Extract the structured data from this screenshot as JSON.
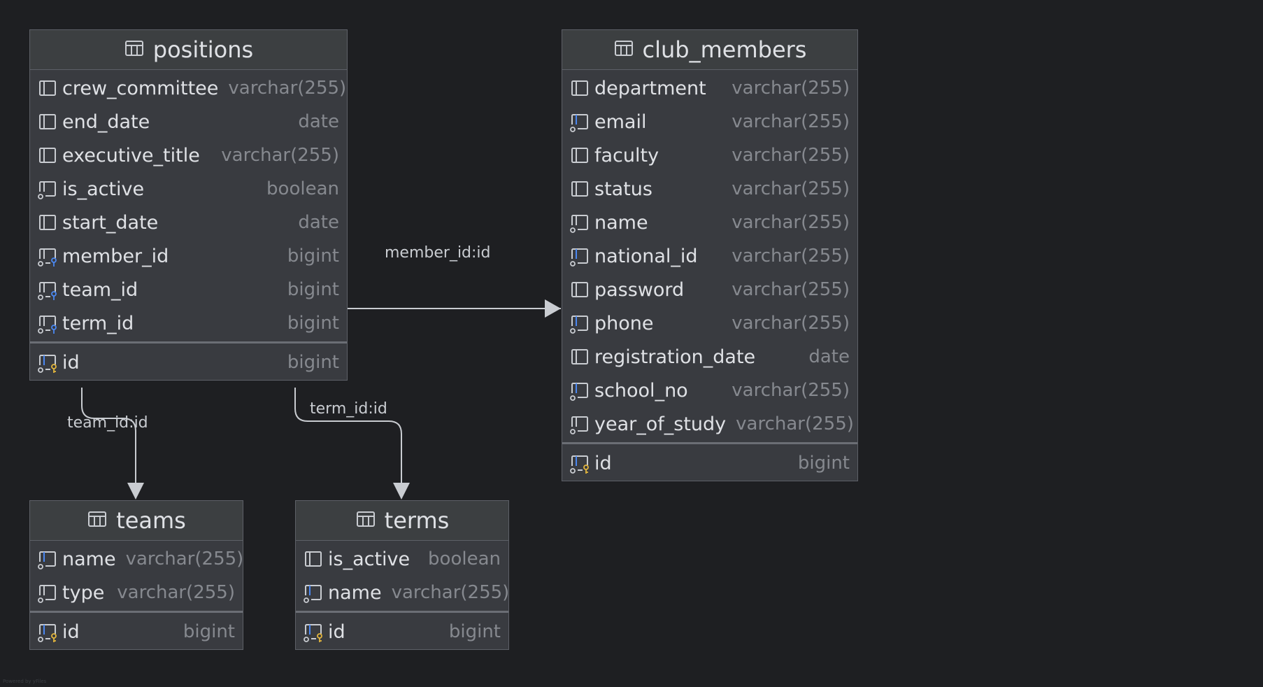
{
  "tables": {
    "positions": {
      "title": "positions",
      "columns": [
        {
          "name": "crew_committee",
          "type": "varchar(255)",
          "icon": "column-icon"
        },
        {
          "name": "end_date",
          "type": "date",
          "icon": "column-icon"
        },
        {
          "name": "executive_title",
          "type": "varchar(255)",
          "icon": "column-icon"
        },
        {
          "name": "is_active",
          "type": "boolean",
          "icon": "not-null-column-icon"
        },
        {
          "name": "start_date",
          "type": "date",
          "icon": "column-icon"
        },
        {
          "name": "member_id",
          "type": "bigint",
          "icon": "foreign-key-column-icon"
        },
        {
          "name": "team_id",
          "type": "bigint",
          "icon": "foreign-key-column-icon"
        },
        {
          "name": "term_id",
          "type": "bigint",
          "icon": "foreign-key-column-icon"
        }
      ],
      "pk": {
        "name": "id",
        "type": "bigint",
        "icon": "primary-key-column-icon"
      }
    },
    "club_members": {
      "title": "club_members",
      "columns": [
        {
          "name": "department",
          "type": "varchar(255)",
          "icon": "column-icon"
        },
        {
          "name": "email",
          "type": "varchar(255)",
          "icon": "unique-column-icon"
        },
        {
          "name": "faculty",
          "type": "varchar(255)",
          "icon": "column-icon"
        },
        {
          "name": "status",
          "type": "varchar(255)",
          "icon": "column-icon"
        },
        {
          "name": "name",
          "type": "varchar(255)",
          "icon": "not-null-column-icon"
        },
        {
          "name": "national_id",
          "type": "varchar(255)",
          "icon": "unique-column-icon"
        },
        {
          "name": "password",
          "type": "varchar(255)",
          "icon": "column-icon"
        },
        {
          "name": "phone",
          "type": "varchar(255)",
          "icon": "unique-column-icon"
        },
        {
          "name": "registration_date",
          "type": "date",
          "icon": "column-icon"
        },
        {
          "name": "school_no",
          "type": "varchar(255)",
          "icon": "unique-column-icon"
        },
        {
          "name": "year_of_study",
          "type": "varchar(255)",
          "icon": "not-null-column-icon"
        }
      ],
      "pk": {
        "name": "id",
        "type": "bigint",
        "icon": "primary-key-column-icon"
      }
    },
    "teams": {
      "title": "teams",
      "columns": [
        {
          "name": "name",
          "type": "varchar(255)",
          "icon": "unique-column-icon"
        },
        {
          "name": "type",
          "type": "varchar(255)",
          "icon": "not-null-column-icon"
        }
      ],
      "pk": {
        "name": "id",
        "type": "bigint",
        "icon": "primary-key-column-icon"
      }
    },
    "terms": {
      "title": "terms",
      "columns": [
        {
          "name": "is_active",
          "type": "boolean",
          "icon": "column-icon"
        },
        {
          "name": "name",
          "type": "varchar(255)",
          "icon": "unique-column-icon"
        }
      ],
      "pk": {
        "name": "id",
        "type": "bigint",
        "icon": "primary-key-column-icon"
      }
    }
  },
  "relations": [
    {
      "label": "member_id:id",
      "from": "positions",
      "to": "club_members"
    },
    {
      "label": "team_id:id",
      "from": "positions",
      "to": "teams"
    },
    {
      "label": "term_id:id",
      "from": "positions",
      "to": "terms"
    }
  ],
  "colors": {
    "background": "#1e1f22",
    "table_body": "#393b40",
    "table_header": "#3c3f41",
    "border": "#5d6067",
    "text": "#dfe1e5",
    "type_text": "#86898f",
    "edge": "#c9ccd1",
    "key_blue": "#4a88f2",
    "key_gold": "#e2b53d"
  },
  "footer": "Powered by yFiles"
}
